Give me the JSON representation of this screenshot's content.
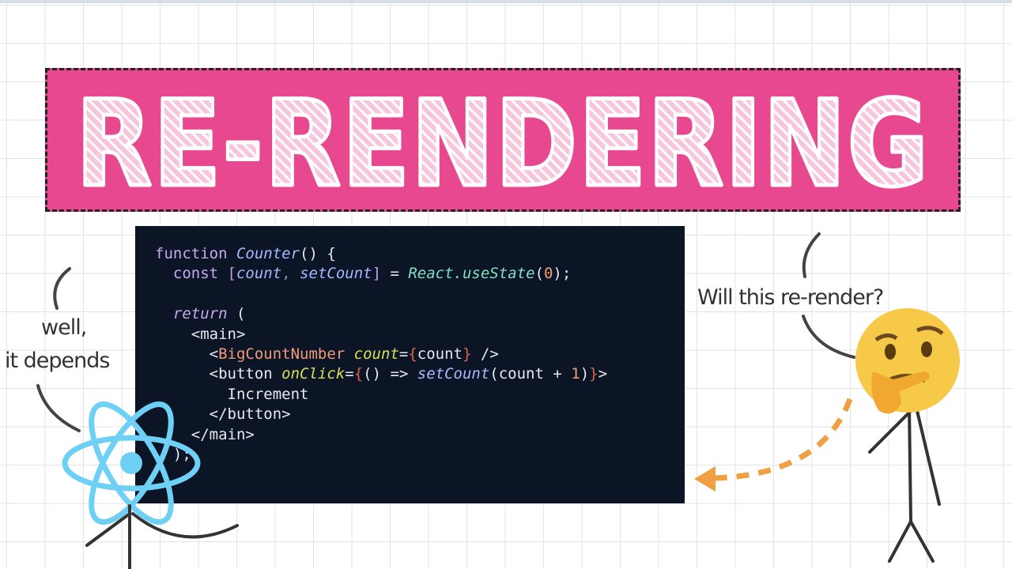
{
  "title": "RE-RENDERING",
  "colors": {
    "banner": "#e8488f",
    "code_bg": "#0c1525",
    "react_blue": "#6fd0f6",
    "arrow": "#f0a040",
    "emoji": "#f7c948"
  },
  "left_caption": [
    "well,",
    "it depends"
  ],
  "right_caption": "Will this re-render?",
  "icons": [
    "react-atom-icon",
    "thinking-face-emoji-icon",
    "dashed-arrow-icon"
  ],
  "code_lines": [
    [
      [
        "function ",
        "#c8a8ee",
        0
      ],
      [
        "Counter",
        "#a9b8ff",
        1
      ],
      [
        "() {",
        "#e6e9ef",
        0
      ]
    ],
    [
      [
        "  const ",
        "#c8a8ee",
        0
      ],
      [
        "[",
        "#b9a2e8",
        0
      ],
      [
        "count",
        "#a9b8ff",
        1
      ],
      [
        ", ",
        "#8a8fb0",
        0
      ],
      [
        "setCount",
        "#a9b8ff",
        1
      ],
      [
        "]",
        "#b9a2e8",
        0
      ],
      [
        " = ",
        "#e6e9ef",
        0
      ],
      [
        "React.useState",
        "#7fe0c4",
        1
      ],
      [
        "(",
        "#e6e9ef",
        0
      ],
      [
        "0",
        "#f5a070",
        0
      ],
      [
        ");",
        "#e6e9ef",
        0
      ]
    ],
    [
      [
        "",
        "#e6e9ef",
        0
      ]
    ],
    [
      [
        "  return",
        "#c8a8ee",
        1
      ],
      [
        " (",
        "#e6e9ef",
        0
      ]
    ],
    [
      [
        "    <main>",
        "#e6e9ef",
        0
      ]
    ],
    [
      [
        "      <",
        "#e6e9ef",
        0
      ],
      [
        "BigCountNumber ",
        "#f29a78",
        0
      ],
      [
        "count",
        "#d6e05a",
        1
      ],
      [
        "=",
        "#e6e9ef",
        0
      ],
      [
        "{",
        "#e4604e",
        0
      ],
      [
        "count",
        "#e6e9ef",
        0
      ],
      [
        "}",
        "#e4604e",
        0
      ],
      [
        " />",
        "#e6e9ef",
        0
      ]
    ],
    [
      [
        "      <button ",
        "#e6e9ef",
        0
      ],
      [
        "onClick",
        "#d6e05a",
        1
      ],
      [
        "=",
        "#e6e9ef",
        0
      ],
      [
        "{",
        "#e4604e",
        0
      ],
      [
        "() => ",
        "#e6e9ef",
        0
      ],
      [
        "setCount",
        "#a9b8ff",
        1
      ],
      [
        "(count + ",
        "#e6e9ef",
        0
      ],
      [
        "1",
        "#f5a070",
        0
      ],
      [
        ")",
        "#e6e9ef",
        0
      ],
      [
        "}",
        "#e4604e",
        0
      ],
      [
        ">",
        "#e6e9ef",
        0
      ]
    ],
    [
      [
        "        Increment",
        "#e6e9ef",
        0
      ]
    ],
    [
      [
        "      </button>",
        "#e6e9ef",
        0
      ]
    ],
    [
      [
        "    </main>",
        "#e6e9ef",
        0
      ]
    ],
    [
      [
        "  );",
        "#e6e9ef",
        0
      ]
    ]
  ]
}
